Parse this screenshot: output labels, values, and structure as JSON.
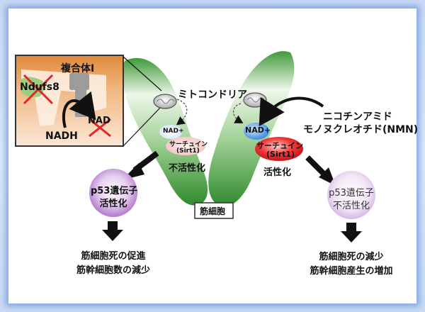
{
  "inset": {
    "complex": "複合体I",
    "ndufs8": "Ndufs8",
    "nad": "NAD",
    "nadh": "NADH"
  },
  "mitochondria": "ミトコンドリア",
  "left_cell": {
    "nad_plus": "NAD+",
    "sirtuin": "サーチュイン",
    "sirt1": "(Sirt1)",
    "state": "不活性化"
  },
  "right_cell": {
    "nad_plus": "NAD+",
    "sirtuin": "サーチュイン",
    "sirt1": "(Sirt1)",
    "state": "活性化"
  },
  "nmn": {
    "line1": "ニコチンアミド",
    "line2": "モノヌクレオチド(NMN)"
  },
  "muscle_cell": "筋細胞",
  "p53_left": {
    "line1": "p53遺伝子",
    "line2": "活性化"
  },
  "p53_right": {
    "line1": "p53遺伝子",
    "line2": "不活性化"
  },
  "outcome_left": {
    "line1": "筋細胞死の促進",
    "line2": "筋幹細胞数の減少"
  },
  "outcome_right": {
    "line1": "筋細胞死の減少",
    "line2": "筋幹細胞産生の増加"
  },
  "colors": {
    "cell_green": "#3f9a3a",
    "sirt1_active": "#e0252b",
    "sirt1_inactive": "#f4c7c5",
    "nad_blue": "#4a9ae0",
    "p53_purple": "#b77bd1",
    "cross_red": "#e0252b"
  }
}
